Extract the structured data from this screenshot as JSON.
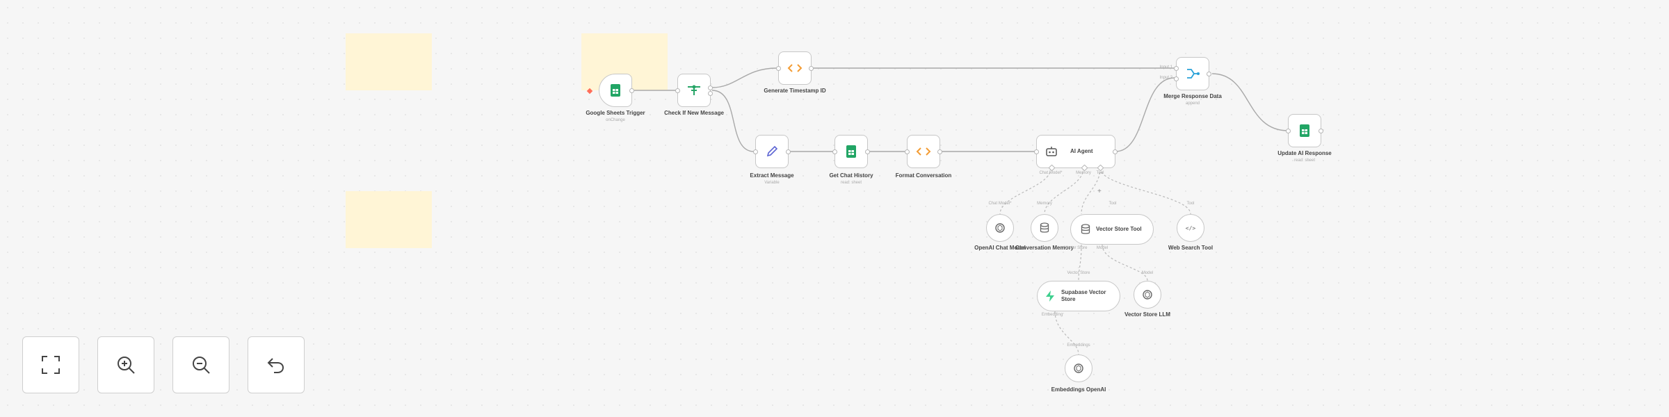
{
  "canvas": {
    "nodes": {
      "sheets_trigger": {
        "label": "Google Sheets Trigger",
        "sub": "onChange"
      },
      "check_message": {
        "label": "Check If New Message"
      },
      "generate_ts": {
        "label": "Generate Timestamp ID"
      },
      "merge": {
        "label": "Merge Response Data",
        "sub": "append"
      },
      "update_ai": {
        "label": "Update AI Response",
        "sub": "read: sheet"
      },
      "extract": {
        "label": "Extract Message",
        "sub": "Variable"
      },
      "chat_history": {
        "label": "Get Chat History",
        "sub": "read: sheet"
      },
      "format_conv": {
        "label": "Format Conversation"
      },
      "ai_agent": {
        "label": "AI Agent"
      },
      "openai_chat": {
        "label": "OpenAI Chat Model"
      },
      "conv_memory": {
        "label": "Conversation Memory"
      },
      "vs_tool": {
        "label": "Vector Store Tool"
      },
      "web_search": {
        "label": "Web Search Tool"
      },
      "supabase": {
        "label": "Supabase Vector Store"
      },
      "vs_llm": {
        "label": "Vector Store LLM"
      },
      "embeddings": {
        "label": "Embeddings OpenAI"
      }
    },
    "port_labels": {
      "chat_model": "Chat Model*",
      "memory": "Memory",
      "tool": "Tool",
      "vector_store": "Vector Store",
      "model": "Model",
      "embedding": "Embedding",
      "embeddings": "Embeddings",
      "input1": "Input 1",
      "input2": "Input 2"
    }
  },
  "controls": {
    "fit": "fit-view",
    "zoom_in": "zoom-in",
    "zoom_out": "zoom-out",
    "undo": "undo"
  },
  "colors": {
    "sheets": "#22a565",
    "code": "#f39c34",
    "filter": "#27a567",
    "merge": "#27a0d8",
    "edit": "#5b63d3",
    "supabase": "#3ecf8e",
    "sticky": "#fff5d6"
  }
}
